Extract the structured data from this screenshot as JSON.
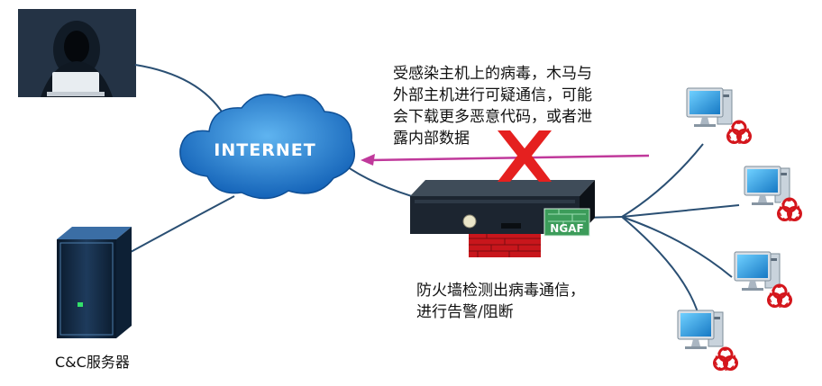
{
  "diagram": {
    "cloud_label": "INTERNET",
    "infection_message": "受感染主机上的病毒，木马与\n外部主机进行可疑通信，可能\n会下载更多恶意代码，或者泄\n露内部数据",
    "firewall_caption": "防火墙检测出病毒通信，\n进行告警/阻断",
    "cc_server_label": "C&C服务器",
    "firewall_badge": "NGAF",
    "colors": {
      "cloud": "#1f7fd6",
      "link": "#2a4f73",
      "arrow": "#c0399b",
      "block_x": "#e5201f",
      "biohazard": "#d4161c",
      "monitor": "#2a9bdf"
    },
    "icons": [
      "hacker-photo",
      "internet-cloud-icon",
      "cc-server-icon",
      "firewall-appliance-icon",
      "blocked-x-icon",
      "infected-pc-icon",
      "biohazard-icon"
    ]
  }
}
